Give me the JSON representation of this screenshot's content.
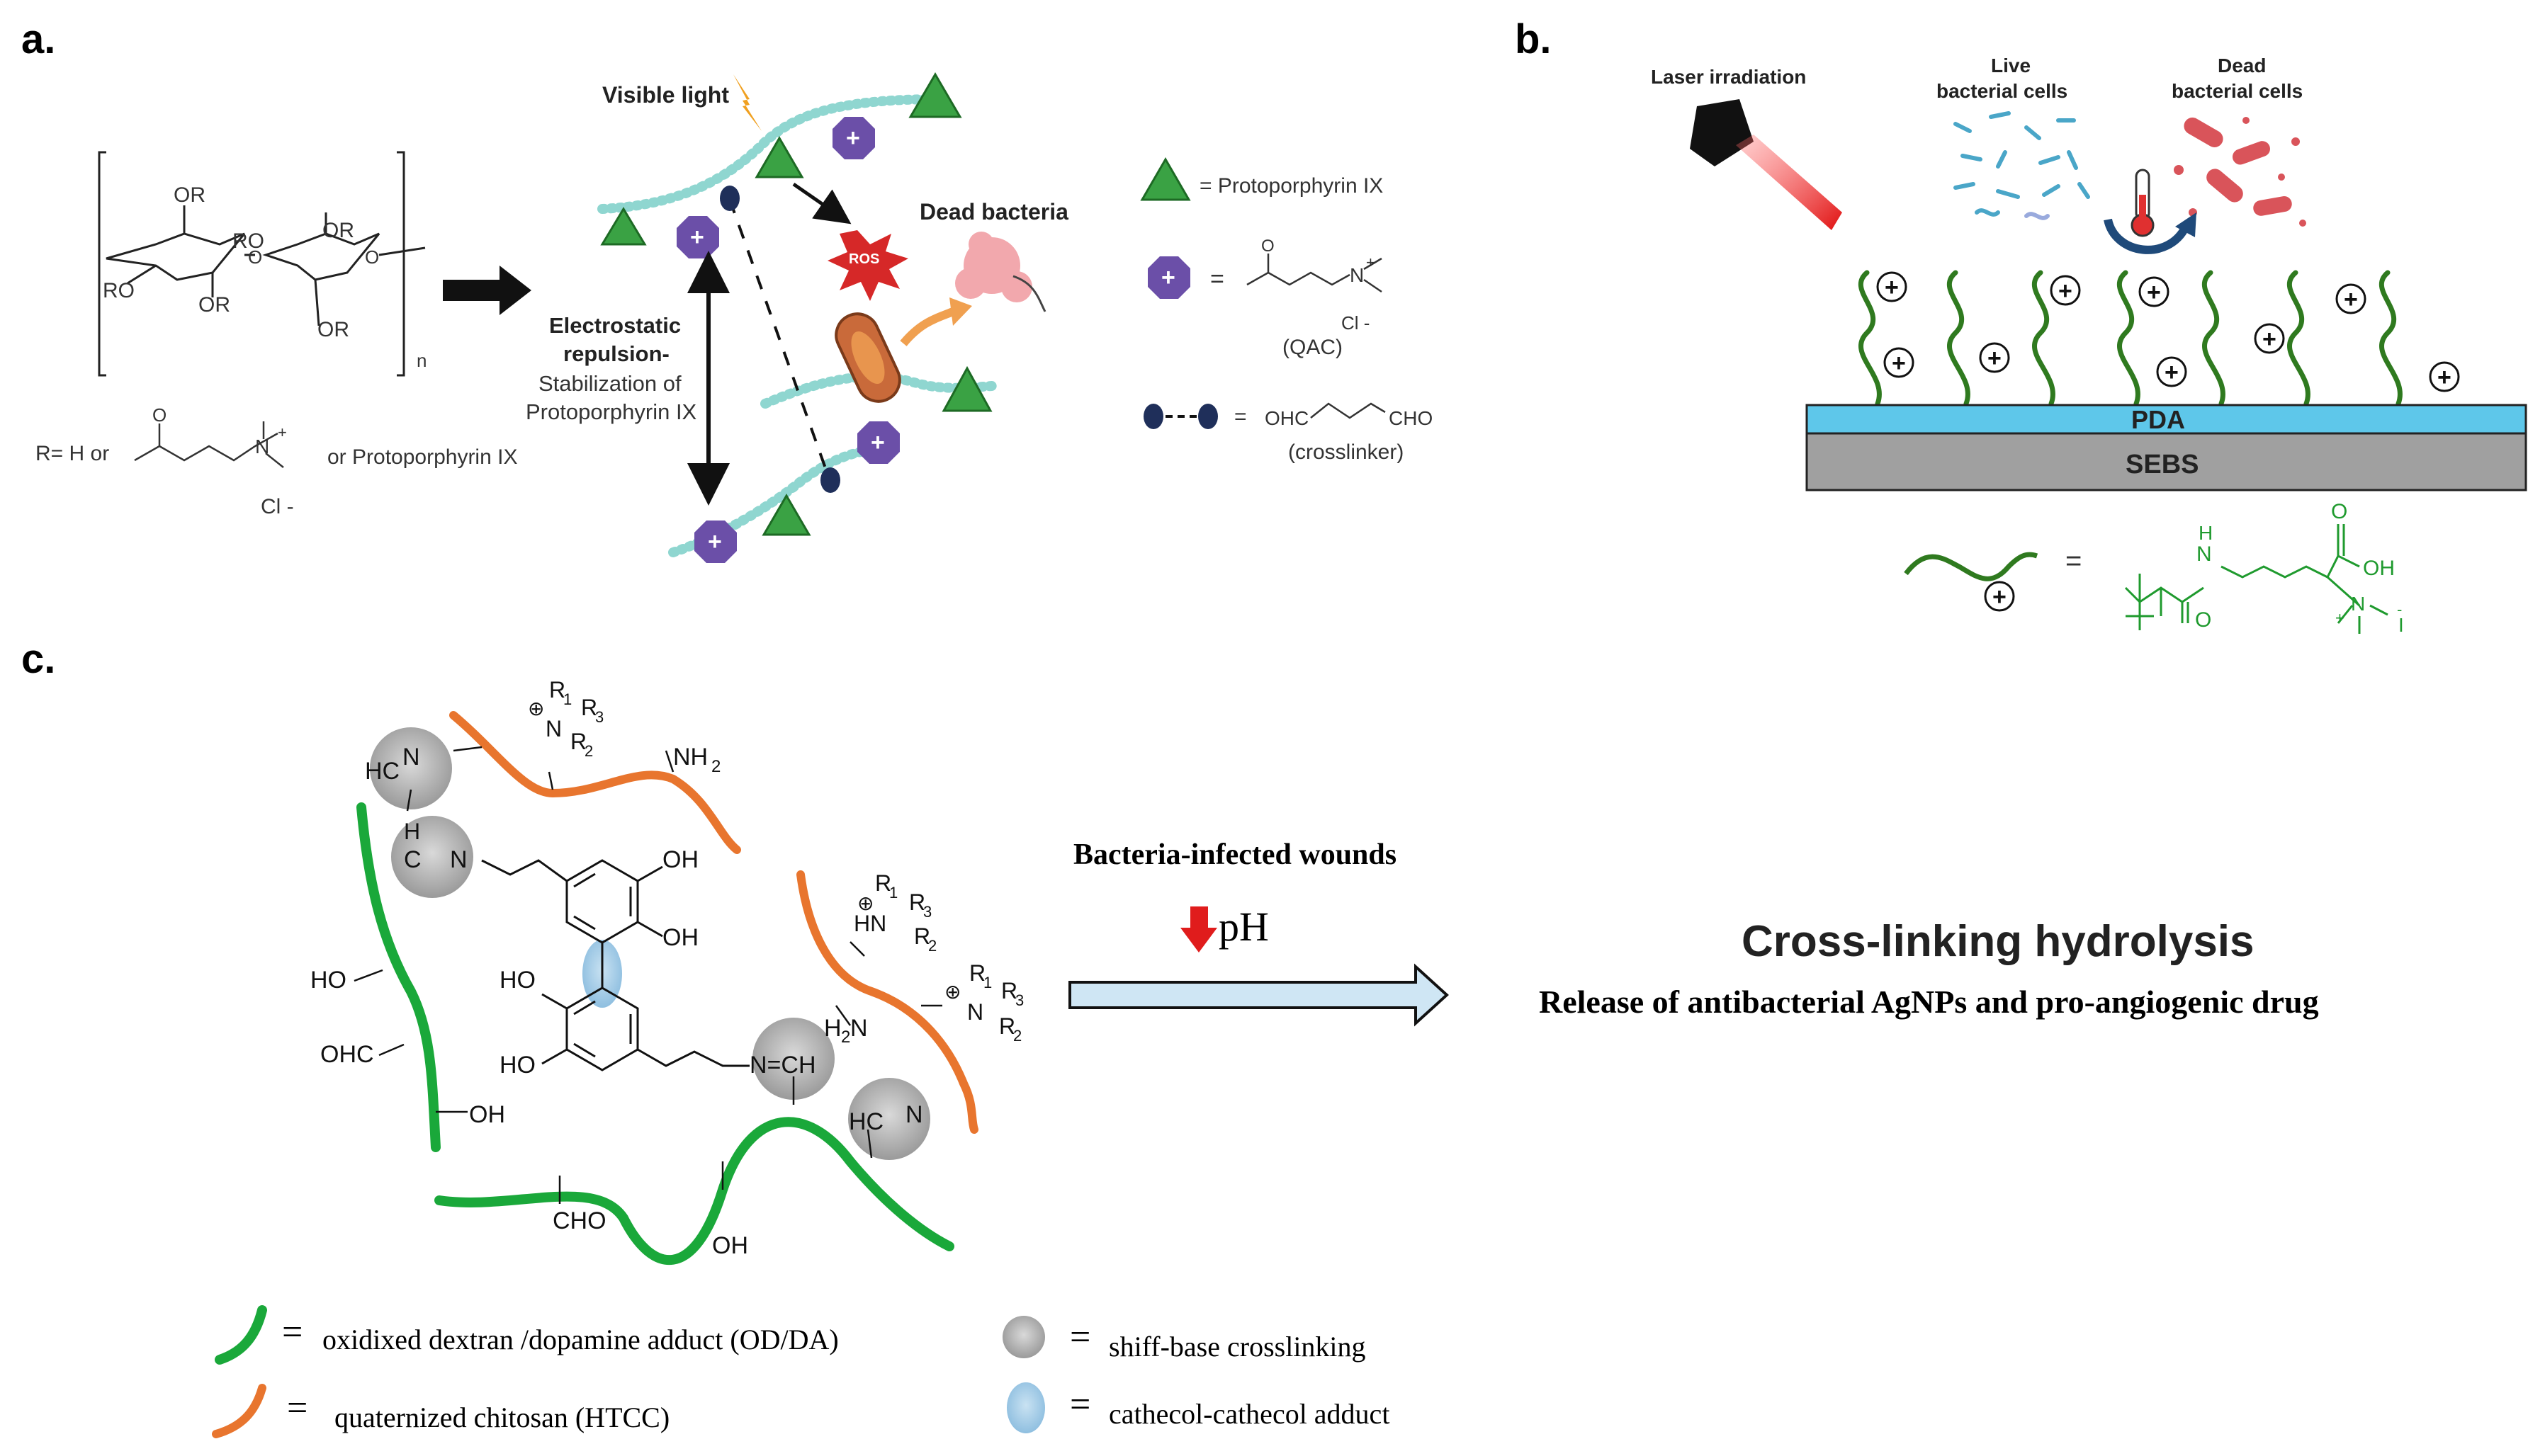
{
  "panels": {
    "a": {
      "label": "a.",
      "poly_R1": "RO",
      "poly_OR_top": "OR",
      "poly_RO_mid": "RO",
      "poly_OR_right": "OR",
      "poly_RO_left": "RO",
      "poly_OR_bot": "OR",
      "poly_OR_br": "OR",
      "poly_n": "n",
      "R_def_prefix": "R= H or",
      "R_def_O": "O",
      "R_def_N": "N",
      "R_def_plus": "+",
      "R_def_Cl": "Cl -",
      "R_def_suffix": "or Protoporphyrin IX",
      "visible_light": "Visible light",
      "ros": "ROS",
      "dead_bacteria": "Dead bacteria",
      "electrostatic_1": "Electrostatic",
      "electrostatic_2": "repulsion-",
      "stabilization_1": "Stabilization of",
      "stabilization_2": "Protoporphyrin IX",
      "legend_ppix": "= Protoporphyrin IX",
      "legend_eq1": "=",
      "legend_qac_O": "O",
      "legend_qac_N": "N",
      "legend_qac_plus": "+",
      "legend_qac_cl": "Cl -",
      "legend_qac_name": "(QAC)",
      "legend_eq2": "=",
      "legend_ohc": "OHC",
      "legend_cho": "CHO",
      "legend_crosslinker": "(crosslinker)"
    },
    "b": {
      "label": "b.",
      "laser": "Laser irradiation",
      "live_1": "Live",
      "live_2": "bacterial cells",
      "dead_1": "Dead",
      "dead_2": "bacterial cells",
      "pda": "PDA",
      "sebs": "SEBS",
      "eq": "=",
      "chem_H": "H",
      "chem_N": "N",
      "chem_O1": "O",
      "chem_O2": "O",
      "chem_OH": "OH",
      "chem_N2": "N",
      "chem_plus": "+",
      "chem_I": "I",
      "chem_minus": "-"
    },
    "c": {
      "label": "c.",
      "R1a": "R",
      "R1a_sub": "1",
      "R3a": "R",
      "R3a_sub": "3",
      "Na": "N",
      "R2a": "R",
      "R2a_sub": "2",
      "plus": "⊕",
      "NH2": "NH",
      "NH2_sub": "2",
      "HC_N_1": "HC",
      "N_1": "N",
      "H_2": "H",
      "C_2": "C",
      "N_2": "N",
      "OH_1": "OH",
      "OH_2": "OH",
      "HO_1": "HO",
      "HO_2": "HO",
      "HO_3": "HO",
      "OHC_1": "OHC",
      "OH_3": "OH",
      "N_CH": "N=CH",
      "HC_N_3": "HC",
      "N_3": "N",
      "H2N": "H",
      "H2N_sub": "2",
      "H2N_N": "N",
      "HN": "HN",
      "R1b": "R",
      "R1b_sub": "1",
      "R3b": "R",
      "R3b_sub": "3",
      "R2b": "R",
      "R2b_sub": "2",
      "R1c": "R",
      "R1c_sub": "1",
      "R3c": "R",
      "R3c_sub": "3",
      "Nc": "N",
      "R2c": "R",
      "R2c_sub": "2",
      "CHO": "CHO",
      "OH_4": "OH",
      "arrow_title": "Bacteria-infected  wounds",
      "ph": "pH",
      "result_title": "Cross-linking hydrolysis",
      "result_sub": "Release of antibacterial AgNPs and pro-angiogenic drug",
      "legend_eq_a": "=",
      "legend_oxd": "oxidixed  dextran  /dopamine  adduct  (OD/DA)",
      "legend_eq_b": "=",
      "legend_htcc": "quaternized  chitosan  (HTCC)",
      "legend_eq_c": "=",
      "legend_shiff": "shiff-base  crosslinking",
      "legend_eq_d": "=",
      "legend_cathecol": "cathecol-cathecol  adduct"
    }
  },
  "colors": {
    "green_polymer": "#1aa83a",
    "orange_polymer": "#e8752e",
    "ppix_green": "#3aa244",
    "qac_purple": "#6b4fa8",
    "chain_teal": "#8fd6d0",
    "pda_blue": "#5ec7ea",
    "sebs_gray": "#a0a0a0",
    "arrow_fill": "#cfe6f4",
    "ph_red": "#e01c1c"
  }
}
